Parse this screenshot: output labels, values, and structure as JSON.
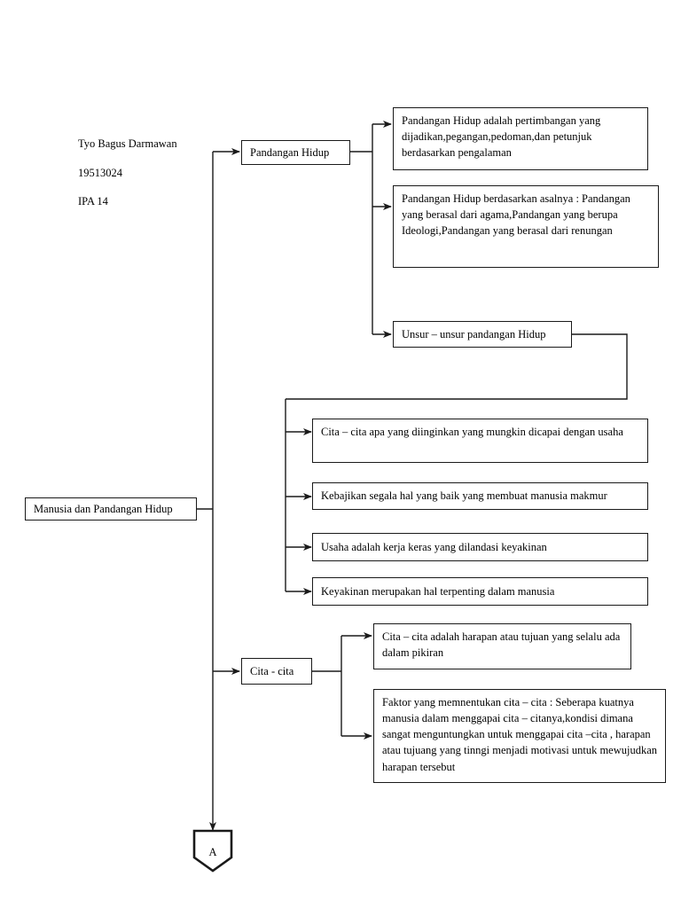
{
  "document": {
    "type": "flowchart",
    "title": "Manusia dan Pandangan Hidup",
    "page_background": "#ffffff",
    "line_color": "#1a1a1a"
  },
  "header": {
    "author_name": "Tyo Bagus Darmawan",
    "student_id": "19513024",
    "class_label": "IPA 14"
  },
  "nodes": {
    "root": {
      "label": "Manusia dan Pandangan Hidup"
    },
    "branch_pandangan": {
      "label": "Pandangan Hidup"
    },
    "branch_cita": {
      "label": "Cita - cita"
    },
    "unsur": {
      "label": "Unsur – unsur pandangan Hidup"
    },
    "pandangan_def": {
      "label": "Pandangan Hidup adalah pertimbangan yang dijadikan,pegangan,pedoman,dan petunjuk berdasarkan pengalaman"
    },
    "pandangan_asal": {
      "label": "Pandangan Hidup berdasarkan asalnya : Pandangan yang berasal dari agama,Pandangan yang berupa Ideologi,Pandangan yang berasal dari renungan"
    },
    "unsur_cita": {
      "label": "Cita – cita apa yang diinginkan yang mungkin dicapai dengan usaha"
    },
    "unsur_kebajikan": {
      "label": "Kebajikan segala hal yang baik yang membuat manusia makmur"
    },
    "unsur_usaha": {
      "label": "Usaha adalah kerja keras yang dilandasi keyakinan"
    },
    "unsur_keyakinan": {
      "label": "Keyakinan merupakan hal terpenting dalam manusia"
    },
    "cita_def": {
      "label": "Cita – cita adalah harapan atau tujuan yang selalu ada dalam pikiran"
    },
    "cita_faktor": {
      "label": "Faktor  yang memnentukan cita – cita : Seberapa kuatnya manusia dalam menggapai cita – citanya,kondisi dimana sangat  menguntungkan untuk menggapai cita –cita , harapan atau tujuang yang tinngi menjadi motivasi untuk mewujudkan harapan tersebut"
    },
    "offpage_connector": {
      "label": "A"
    }
  }
}
